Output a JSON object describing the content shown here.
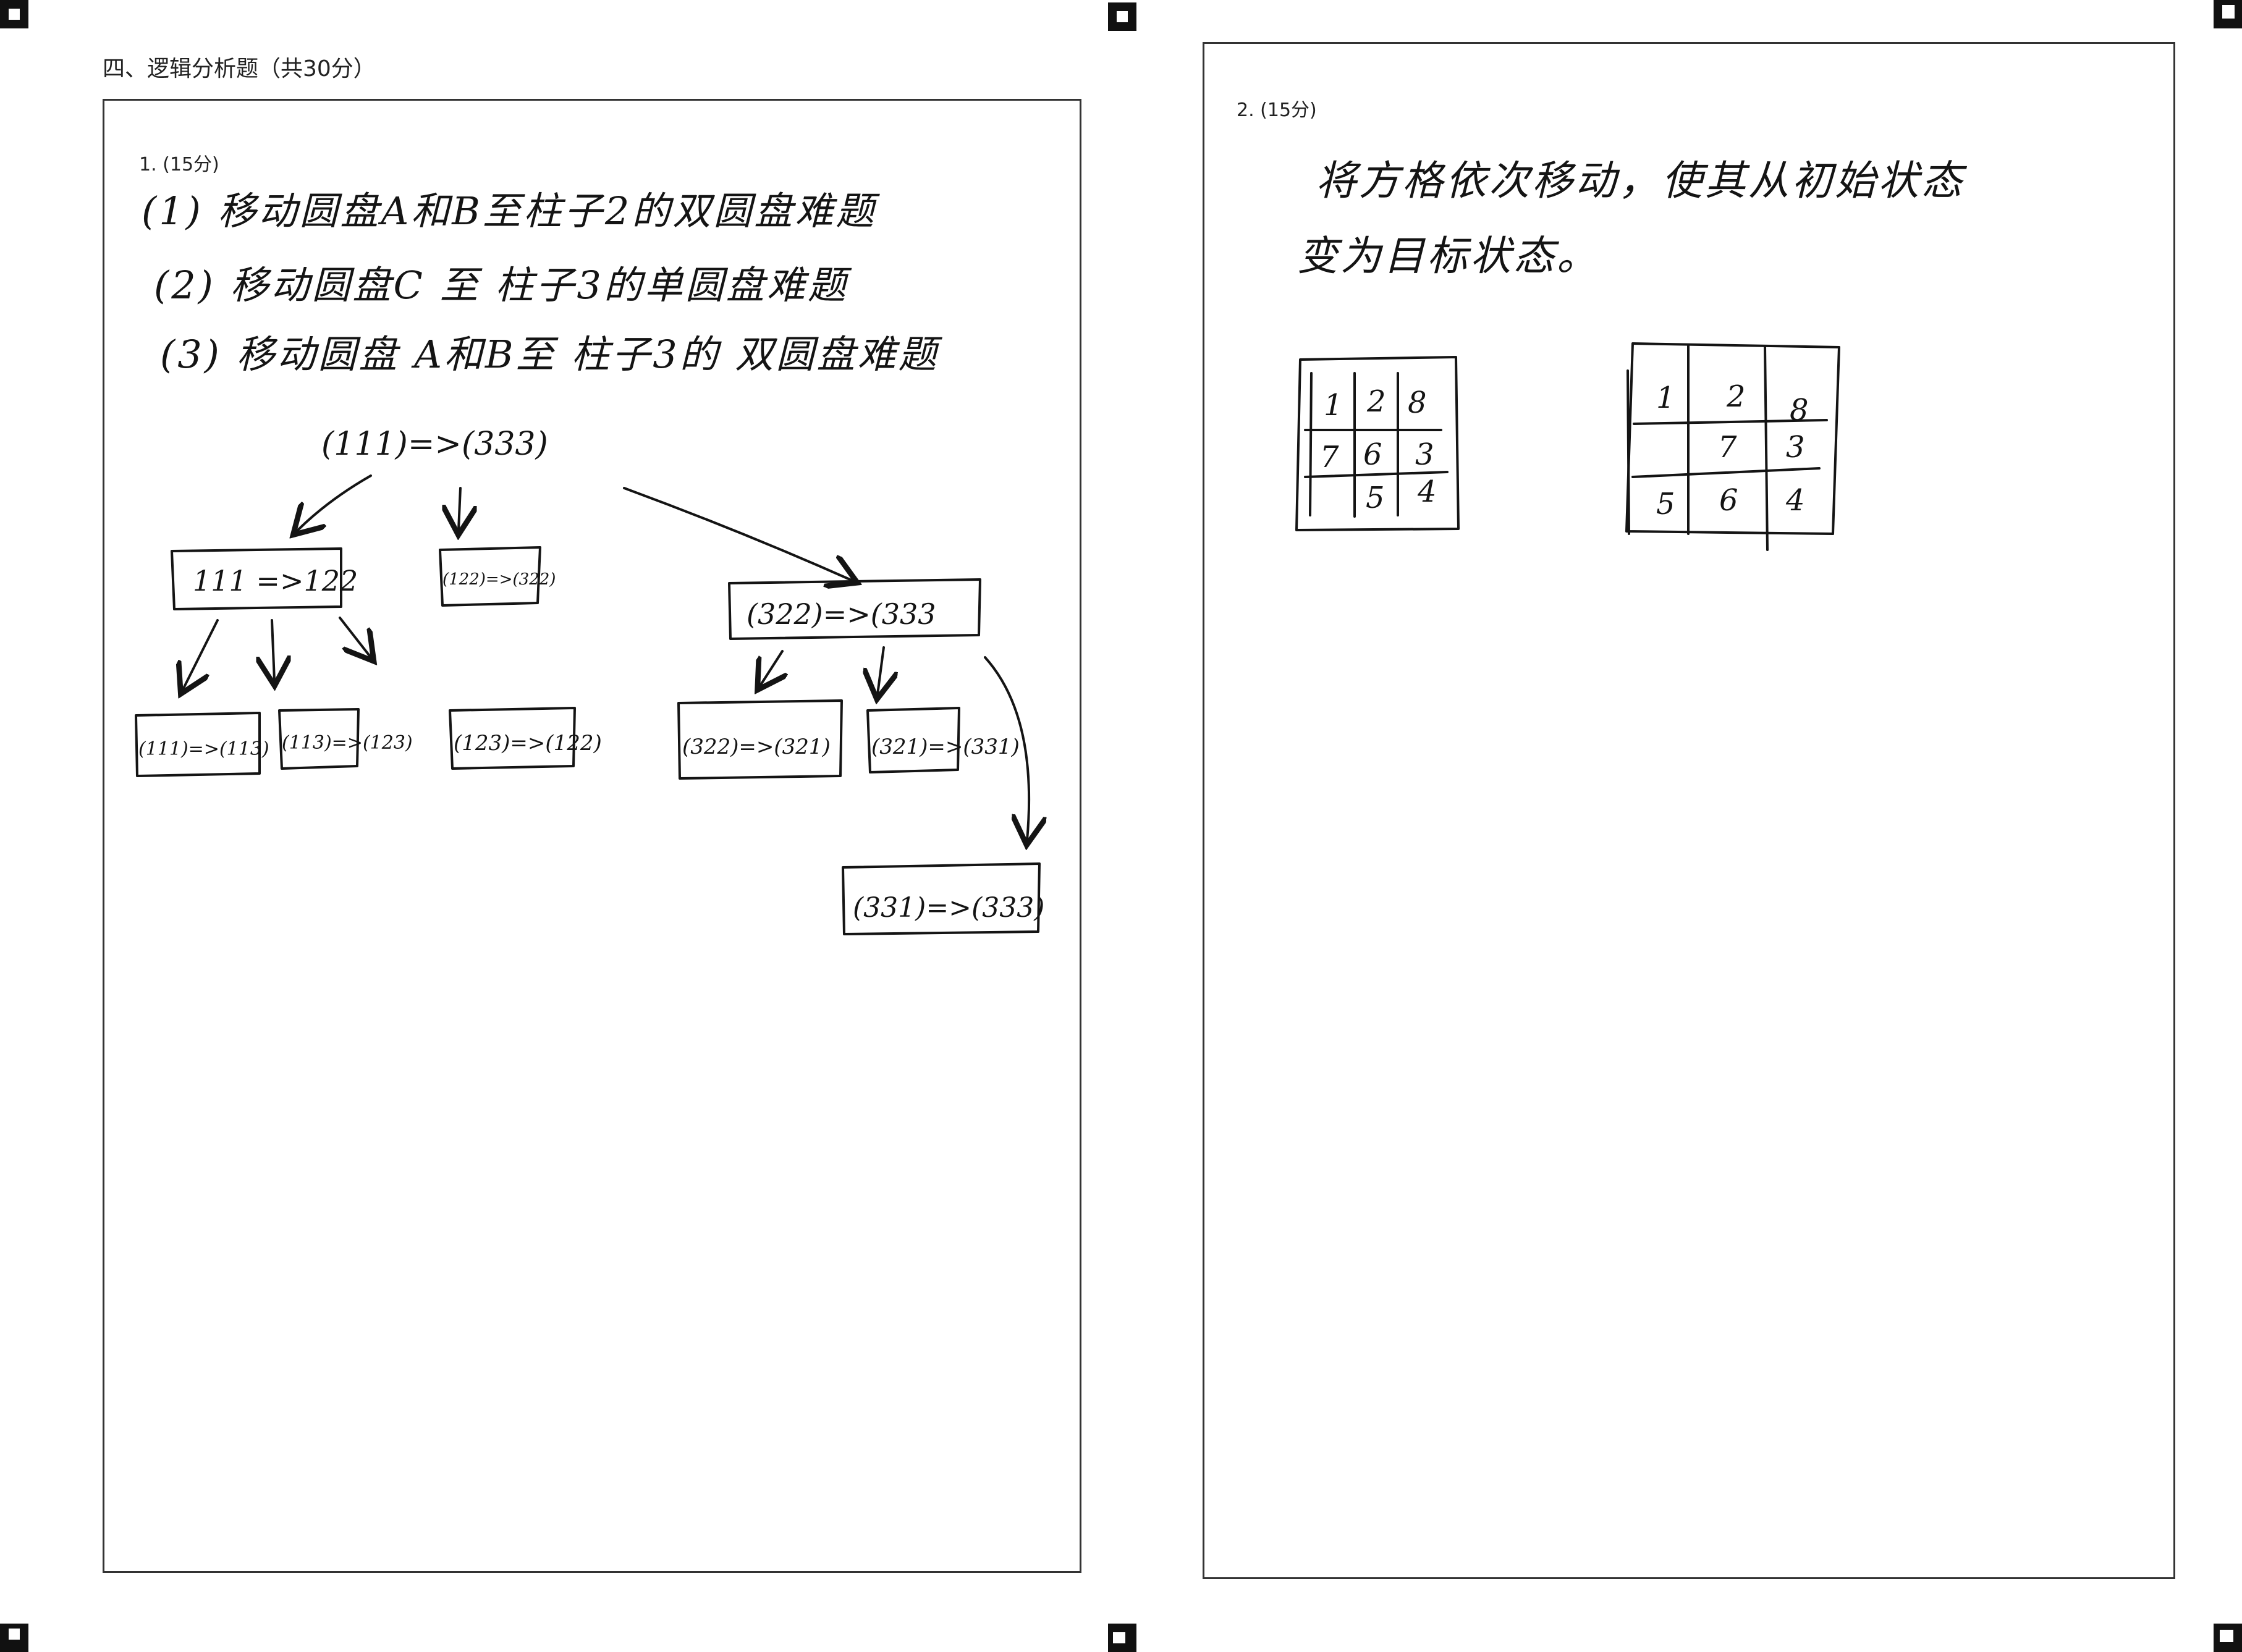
{
  "section": {
    "title": "四、逻辑分析题（共30分）"
  },
  "question1": {
    "label": "1. (15分)",
    "lines": [
      "(1) 移动圆盘A和B至柱子2的双圆盘难题",
      "(2) 移动圆盘C 至 柱子3的单圆盘难题",
      "(3) 移动圆盘 A和B至 柱子3的 双圆盘难题"
    ],
    "tree": {
      "root": "(111)=>(333)",
      "level1": [
        "111 =>122",
        "(122)=>(322)",
        "(322)=>(333"
      ],
      "level2": [
        "(111)=>(113)",
        "(113)=>(123)",
        "(123)=>(122)",
        "(322)=>(321)",
        "(321)=>(331)"
      ],
      "level3": [
        "(331)=>(333)"
      ]
    }
  },
  "question2": {
    "label": "2. (15分)",
    "lines": [
      "将方格依次移动，使其从初始状态",
      "变为目标状态。"
    ],
    "grid_initial": [
      [
        "1",
        "2",
        "8"
      ],
      [
        "7",
        "6",
        "3"
      ],
      [
        "",
        "5",
        "4"
      ]
    ],
    "grid_target": [
      [
        "1",
        "2",
        "8"
      ],
      [
        "",
        "7",
        "3"
      ],
      [
        "5",
        "6",
        "4"
      ]
    ]
  }
}
